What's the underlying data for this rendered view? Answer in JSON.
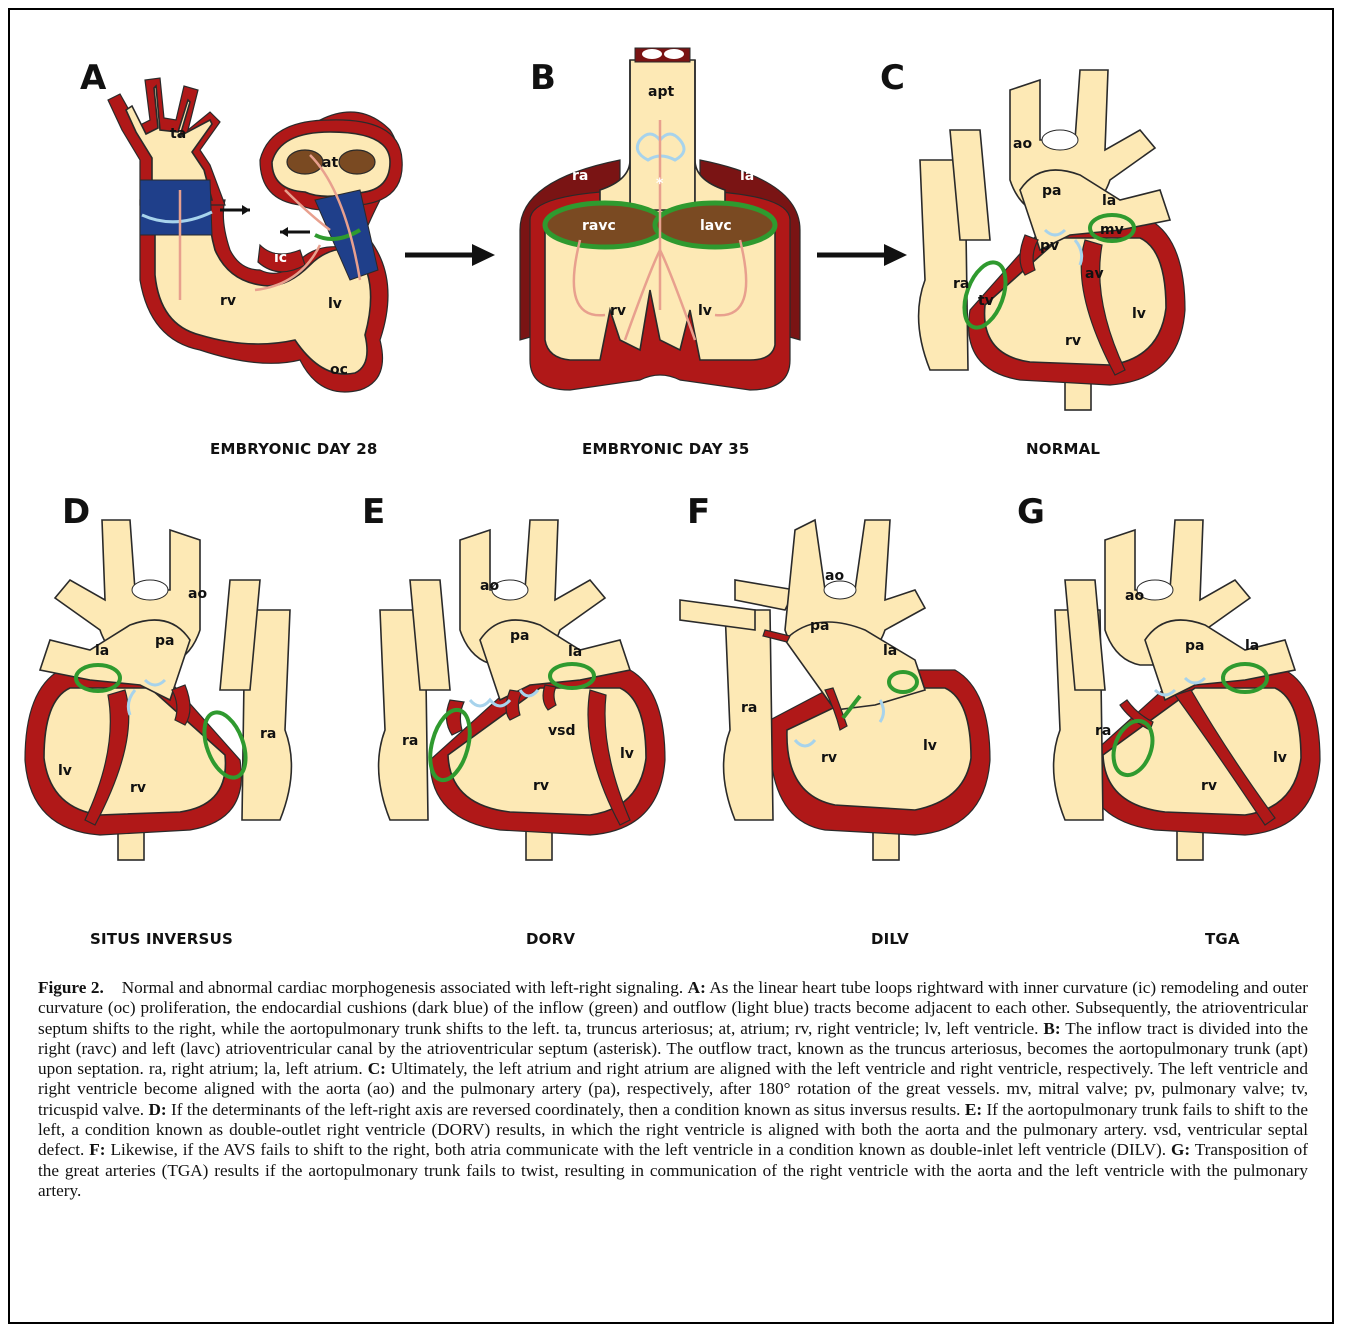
{
  "panels": {
    "A": {
      "letter": "A",
      "caption": "EMBRYONIC DAY  28",
      "labels": {
        "ta": "ta",
        "at": "at",
        "ic": "ic",
        "rv": "rv",
        "lv": "lv",
        "oc": "oc"
      }
    },
    "B": {
      "letter": "B",
      "caption": "EMBRYONIC DAY 35",
      "labels": {
        "apt": "apt",
        "ra": "ra",
        "la": "la",
        "ravc": "ravc",
        "lavc": "lavc",
        "rv": "rv",
        "lv": "lv",
        "asterisk": "*"
      }
    },
    "C": {
      "letter": "C",
      "caption": "NORMAL",
      "labels": {
        "ao": "ao",
        "pa": "pa",
        "la": "la",
        "mv": "mv",
        "pv": "pv",
        "av": "av",
        "ra": "ra",
        "tv": "tv",
        "lv": "lv",
        "rv": "rv"
      }
    },
    "D": {
      "letter": "D",
      "caption": "SITUS INVERSUS",
      "labels": {
        "ao": "ao",
        "pa": "pa",
        "la": "la",
        "ra": "ra",
        "lv": "lv",
        "rv": "rv"
      }
    },
    "E": {
      "letter": "E",
      "caption": "DORV",
      "labels": {
        "ao": "ao",
        "pa": "pa",
        "la": "la",
        "ra": "ra",
        "vsd": "vsd",
        "lv": "lv",
        "rv": "rv"
      }
    },
    "F": {
      "letter": "F",
      "caption": "DILV",
      "labels": {
        "ao": "ao",
        "pa": "pa",
        "la": "la",
        "ra": "ra",
        "lv": "lv",
        "rv": "rv"
      }
    },
    "G": {
      "letter": "G",
      "caption": "TGA",
      "labels": {
        "ao": "ao",
        "pa": "pa",
        "la": "la",
        "ra": "ra",
        "lv": "lv",
        "rv": "rv"
      }
    }
  },
  "figure_caption": {
    "label": "Figure 2.",
    "parts": [
      {
        "bold": false,
        "text": "Normal and abnormal cardiac morphogenesis associated with left-right signaling. "
      },
      {
        "bold": true,
        "text": "A:"
      },
      {
        "bold": false,
        "text": " As the linear heart tube loops rightward with inner curvature (ic) remodeling and outer curvature (oc) proliferation, the endocardial cushions (dark blue) of the inflow (green) and outflow (light blue) tracts become adjacent to each other. Subsequently, the atrioventricular septum shifts to the right, while the aortopulmonary trunk shifts to the left. ta, truncus arteriosus; at, atrium; rv, right ventricle; lv, left ventricle. "
      },
      {
        "bold": true,
        "text": "B:"
      },
      {
        "bold": false,
        "text": " The inflow tract is divided into the right (ravc) and left (lavc) atrioventricular canal by the atrioventricular septum (asterisk). The outflow tract, known as the truncus arteriosus, becomes the aortopulmonary trunk (apt) upon septation. ra, right atrium; la, left atrium. "
      },
      {
        "bold": true,
        "text": "C:"
      },
      {
        "bold": false,
        "text": " Ultimately, the left atrium and right atrium are aligned with the left ventricle and right ventricle, respectively. The left ventricle and right ventricle become aligned with the aorta (ao) and the pulmonary artery (pa), respectively, after 180° rotation of the great vessels. mv, mitral valve; pv, pulmonary valve; tv, tricuspid valve. "
      },
      {
        "bold": true,
        "text": "D:"
      },
      {
        "bold": false,
        "text": " If the determinants of the left-right axis are reversed coordinately, then a condition known as situs inversus results. "
      },
      {
        "bold": true,
        "text": "E:"
      },
      {
        "bold": false,
        "text": " If the aortopulmonary trunk fails to shift to the left, a condition known as double-outlet right ventricle (DORV) results, in which the right ventricle is aligned with both the aorta and the pulmonary artery. vsd, ventricular septal defect. "
      },
      {
        "bold": true,
        "text": "F:"
      },
      {
        "bold": false,
        "text": " Likewise, if the AVS fails to shift to the right, both atria communicate with the left ventricle in a condition known as double-inlet left ventricle (DILV). "
      },
      {
        "bold": true,
        "text": "G:"
      },
      {
        "bold": false,
        "text": " Transposition of the great arteries (TGA) results if the aortopulmonary trunk fails to twist, resulting in communication of the right ventricle with the aorta and the left ventricle with the pulmonary artery."
      }
    ]
  },
  "colors": {
    "myocardium": "#b01818",
    "lumen": "#fde9b5",
    "cushion": "#1f3f8a",
    "inflow": "#2f9a2f",
    "outflow": "#a7d3ec",
    "atrium": "#7a4a22"
  }
}
